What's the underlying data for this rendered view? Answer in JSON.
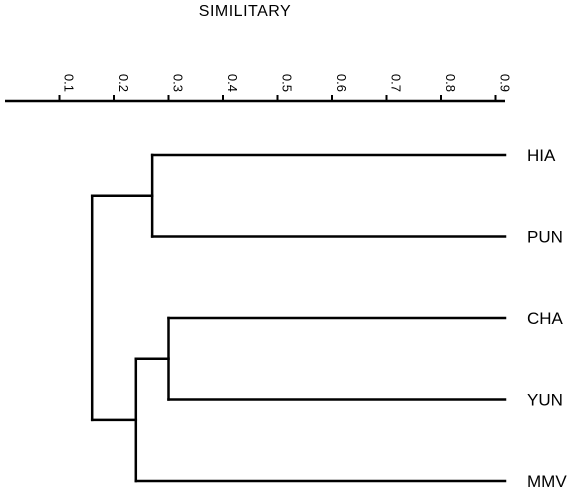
{
  "axis": {
    "title": "SIMILITARY",
    "ticks": [
      {
        "value": 0.1,
        "label": "0.1"
      },
      {
        "value": 0.2,
        "label": "0.2"
      },
      {
        "value": 0.3,
        "label": "0.3"
      },
      {
        "value": 0.4,
        "label": "0.4"
      },
      {
        "value": 0.5,
        "label": "0.5"
      },
      {
        "value": 0.6,
        "label": "0.6"
      },
      {
        "value": 0.7,
        "label": "0.7"
      },
      {
        "value": 0.8,
        "label": "0.8"
      },
      {
        "value": 0.9,
        "label": "0.9"
      }
    ]
  },
  "leaves": [
    {
      "id": "HIA",
      "label": "HIA"
    },
    {
      "id": "PUN",
      "label": "PUN"
    },
    {
      "id": "CHA",
      "label": "CHA"
    },
    {
      "id": "YUN",
      "label": "YUN"
    },
    {
      "id": "MMV",
      "label": "MMV"
    }
  ],
  "clusters": [
    {
      "id": "c-hia-pun",
      "children": [
        "HIA",
        "PUN"
      ],
      "similarity": 0.27
    },
    {
      "id": "c-cha-yun",
      "children": [
        "CHA",
        "YUN"
      ],
      "similarity": 0.3
    },
    {
      "id": "c-chayun-mmv",
      "children": [
        "c-cha-yun",
        "MMV"
      ],
      "similarity": 0.24
    },
    {
      "id": "c-root",
      "children": [
        "c-hia-pun",
        "c-chayun-mmv"
      ],
      "similarity": 0.16
    }
  ]
}
